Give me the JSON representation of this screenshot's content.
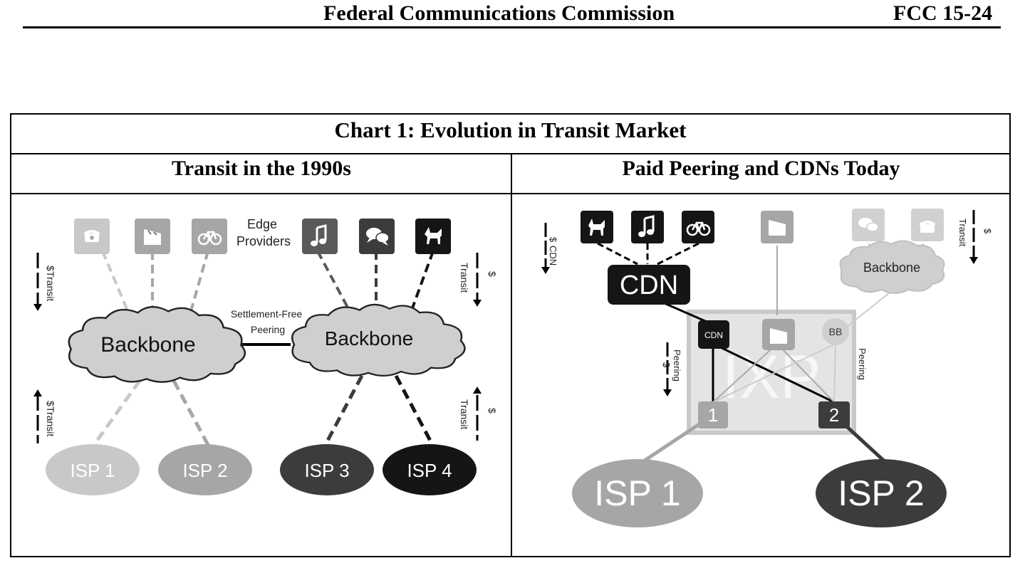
{
  "header": {
    "agency": "Federal Communications Commission",
    "doc_number": "FCC 15-24"
  },
  "chart": {
    "title": "Chart 1: Evolution in Transit Market",
    "left": {
      "heading": "Transit in the 1990s",
      "edge_label_1": "Edge",
      "edge_label_2": "Providers",
      "peering_label_1": "Settlement-Free",
      "peering_label_2": "Peering",
      "backbone_1": "Backbone",
      "backbone_2": "Backbone",
      "isp1": "ISP 1",
      "isp2": "ISP 2",
      "isp3": "ISP 3",
      "isp4": "ISP 4",
      "transit": "Transit",
      "dollar": "$"
    },
    "right": {
      "heading": "Paid Peering and CDNs Today",
      "cdn_big": "CDN",
      "cdn_small": "CDN",
      "backbone": "Backbone",
      "bb": "BB",
      "ixp": "IXP",
      "node1": "1",
      "node2": "2",
      "isp1": "ISP 1",
      "isp2": "ISP 2",
      "cdn_side": "CDN",
      "peering": "Peering",
      "transit": "Transit",
      "dollar": "$"
    }
  },
  "colors": {
    "light_gray": "#c8c8c8",
    "mid_gray": "#a6a6a6",
    "dark_gray": "#5a5a5a",
    "near_black": "#151515",
    "dark_box": "#3c3c3c"
  },
  "icons": [
    "telephone-icon",
    "film-clapper-icon",
    "bicycle-icon",
    "music-note-icon",
    "chat-bubbles-icon",
    "dog-icon"
  ]
}
